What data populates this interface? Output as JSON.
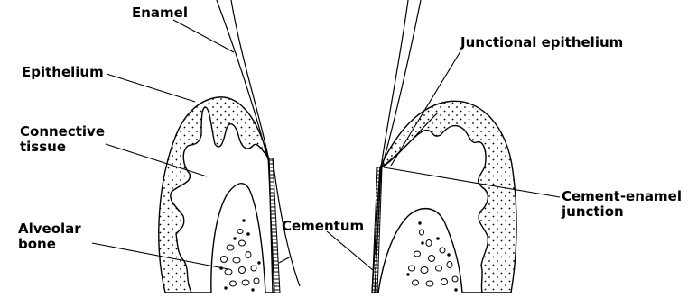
{
  "labels": {
    "enamel": "Enamel",
    "epithelium": "Epithelium",
    "connective_tissue": {
      "line1": "Connective",
      "line2": "tissue"
    },
    "alveolar_bone": {
      "line1": "Alveolar",
      "line2": "bone"
    },
    "cementum": "Cementum",
    "junctional_epithelium": "Junctional epithelium",
    "cement_enamel_junction": {
      "line1": "Cement-enamel",
      "line2": "junction"
    }
  },
  "colors": {
    "ink": "#000000",
    "paper": "#ffffff"
  }
}
